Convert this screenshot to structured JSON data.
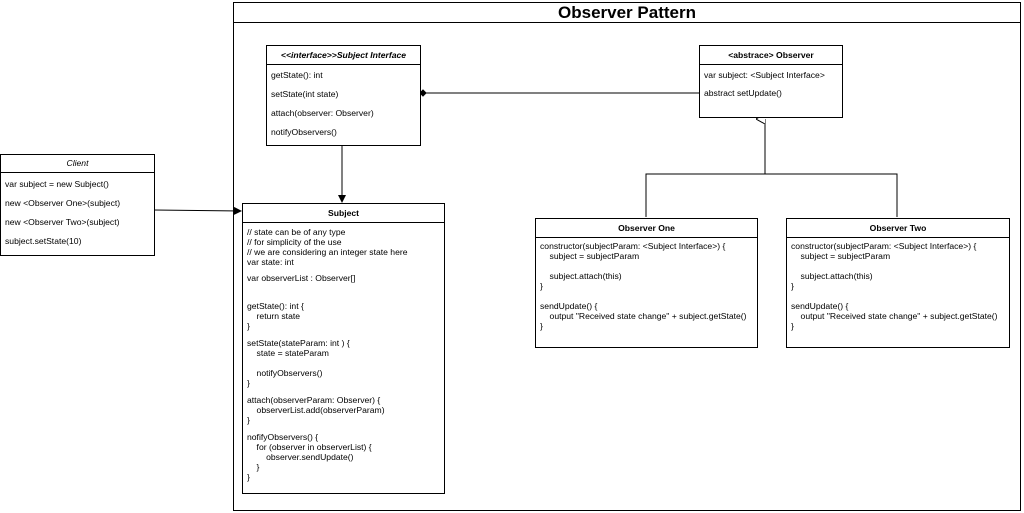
{
  "title": "Observer Pattern",
  "client": {
    "header": "Client",
    "lines": [
      "var subject = new Subject()",
      "new <Observer One>(subject)",
      "new <Observer Two>(subject)",
      "subject.setState(10)"
    ]
  },
  "subject_interface": {
    "header": "<<interface>>Subject Interface",
    "lines": [
      "getState(): int",
      "setState(int state)",
      "attach(observer: Observer)",
      "notifyObservers()"
    ]
  },
  "observer": {
    "header": "<abstrace> Observer",
    "lines": [
      "var subject: <Subject Interface>",
      "abstract setUpdate()"
    ]
  },
  "subject": {
    "header": "Subject",
    "field_lines": [
      "// state can be of any type",
      "// for simplicity of the use",
      "// we are considering an integer state here",
      "var state: int"
    ],
    "list_line": "var observerList : Observer[]",
    "method_lines": [
      "getState(): int {",
      "    return state",
      "}",
      "setState(stateParam: int ) {",
      "    state = stateParam",
      "",
      "    notifyObservers()",
      "}",
      "attach(observerParam: Observer) {",
      "    observerList.add(observerParam)",
      "}",
      "nofifyObservers() {",
      "    for (observer in observerList) {",
      "        observer.sendUpdate()",
      "    }",
      "}"
    ]
  },
  "observer_one": {
    "header": "Observer One",
    "lines": [
      "constructor(subjectParam: <Subject Interface>) {",
      "    subject = subjectParam",
      "",
      "    subject.attach(this)",
      "}",
      "",
      "sendUpdate() {",
      "    output \"Received state change\" + subject.getState()",
      "}"
    ]
  },
  "observer_two": {
    "header": "Observer Two",
    "lines": [
      "constructor(subjectParam: <Subject Interface>) {",
      "    subject = subjectParam",
      "",
      "    subject.attach(this)",
      "}",
      "",
      "sendUpdate() {",
      "    output \"Received state change\" + subject.getState()",
      "}"
    ]
  }
}
